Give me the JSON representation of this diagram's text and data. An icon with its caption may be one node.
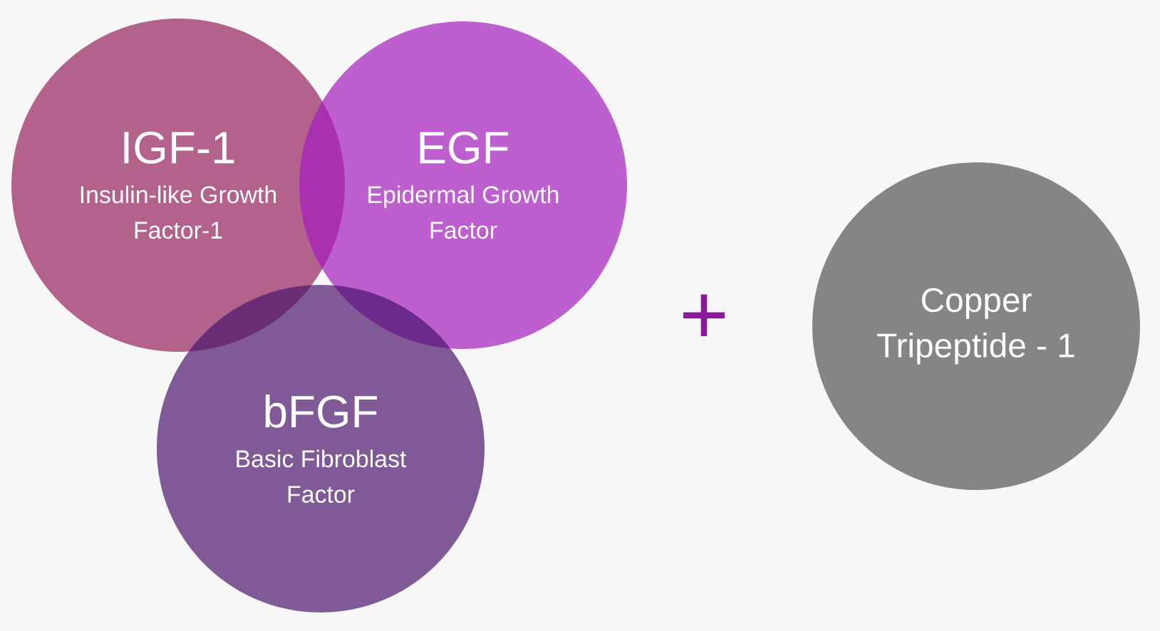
{
  "diagram": {
    "nodes": [
      {
        "text": [
          "IGF-1",
          "Insulin-like Growth Factor-1"
        ]
      },
      {
        "text": [
          "EGF",
          "Epidermal Growth Factor"
        ]
      },
      {
        "text": [
          "bFGF",
          "Basic Fibroblast Factor"
        ]
      },
      {
        "text": [
          "Copper Tripeptide - 1"
        ]
      }
    ],
    "labels": [
      "+"
    ]
  }
}
